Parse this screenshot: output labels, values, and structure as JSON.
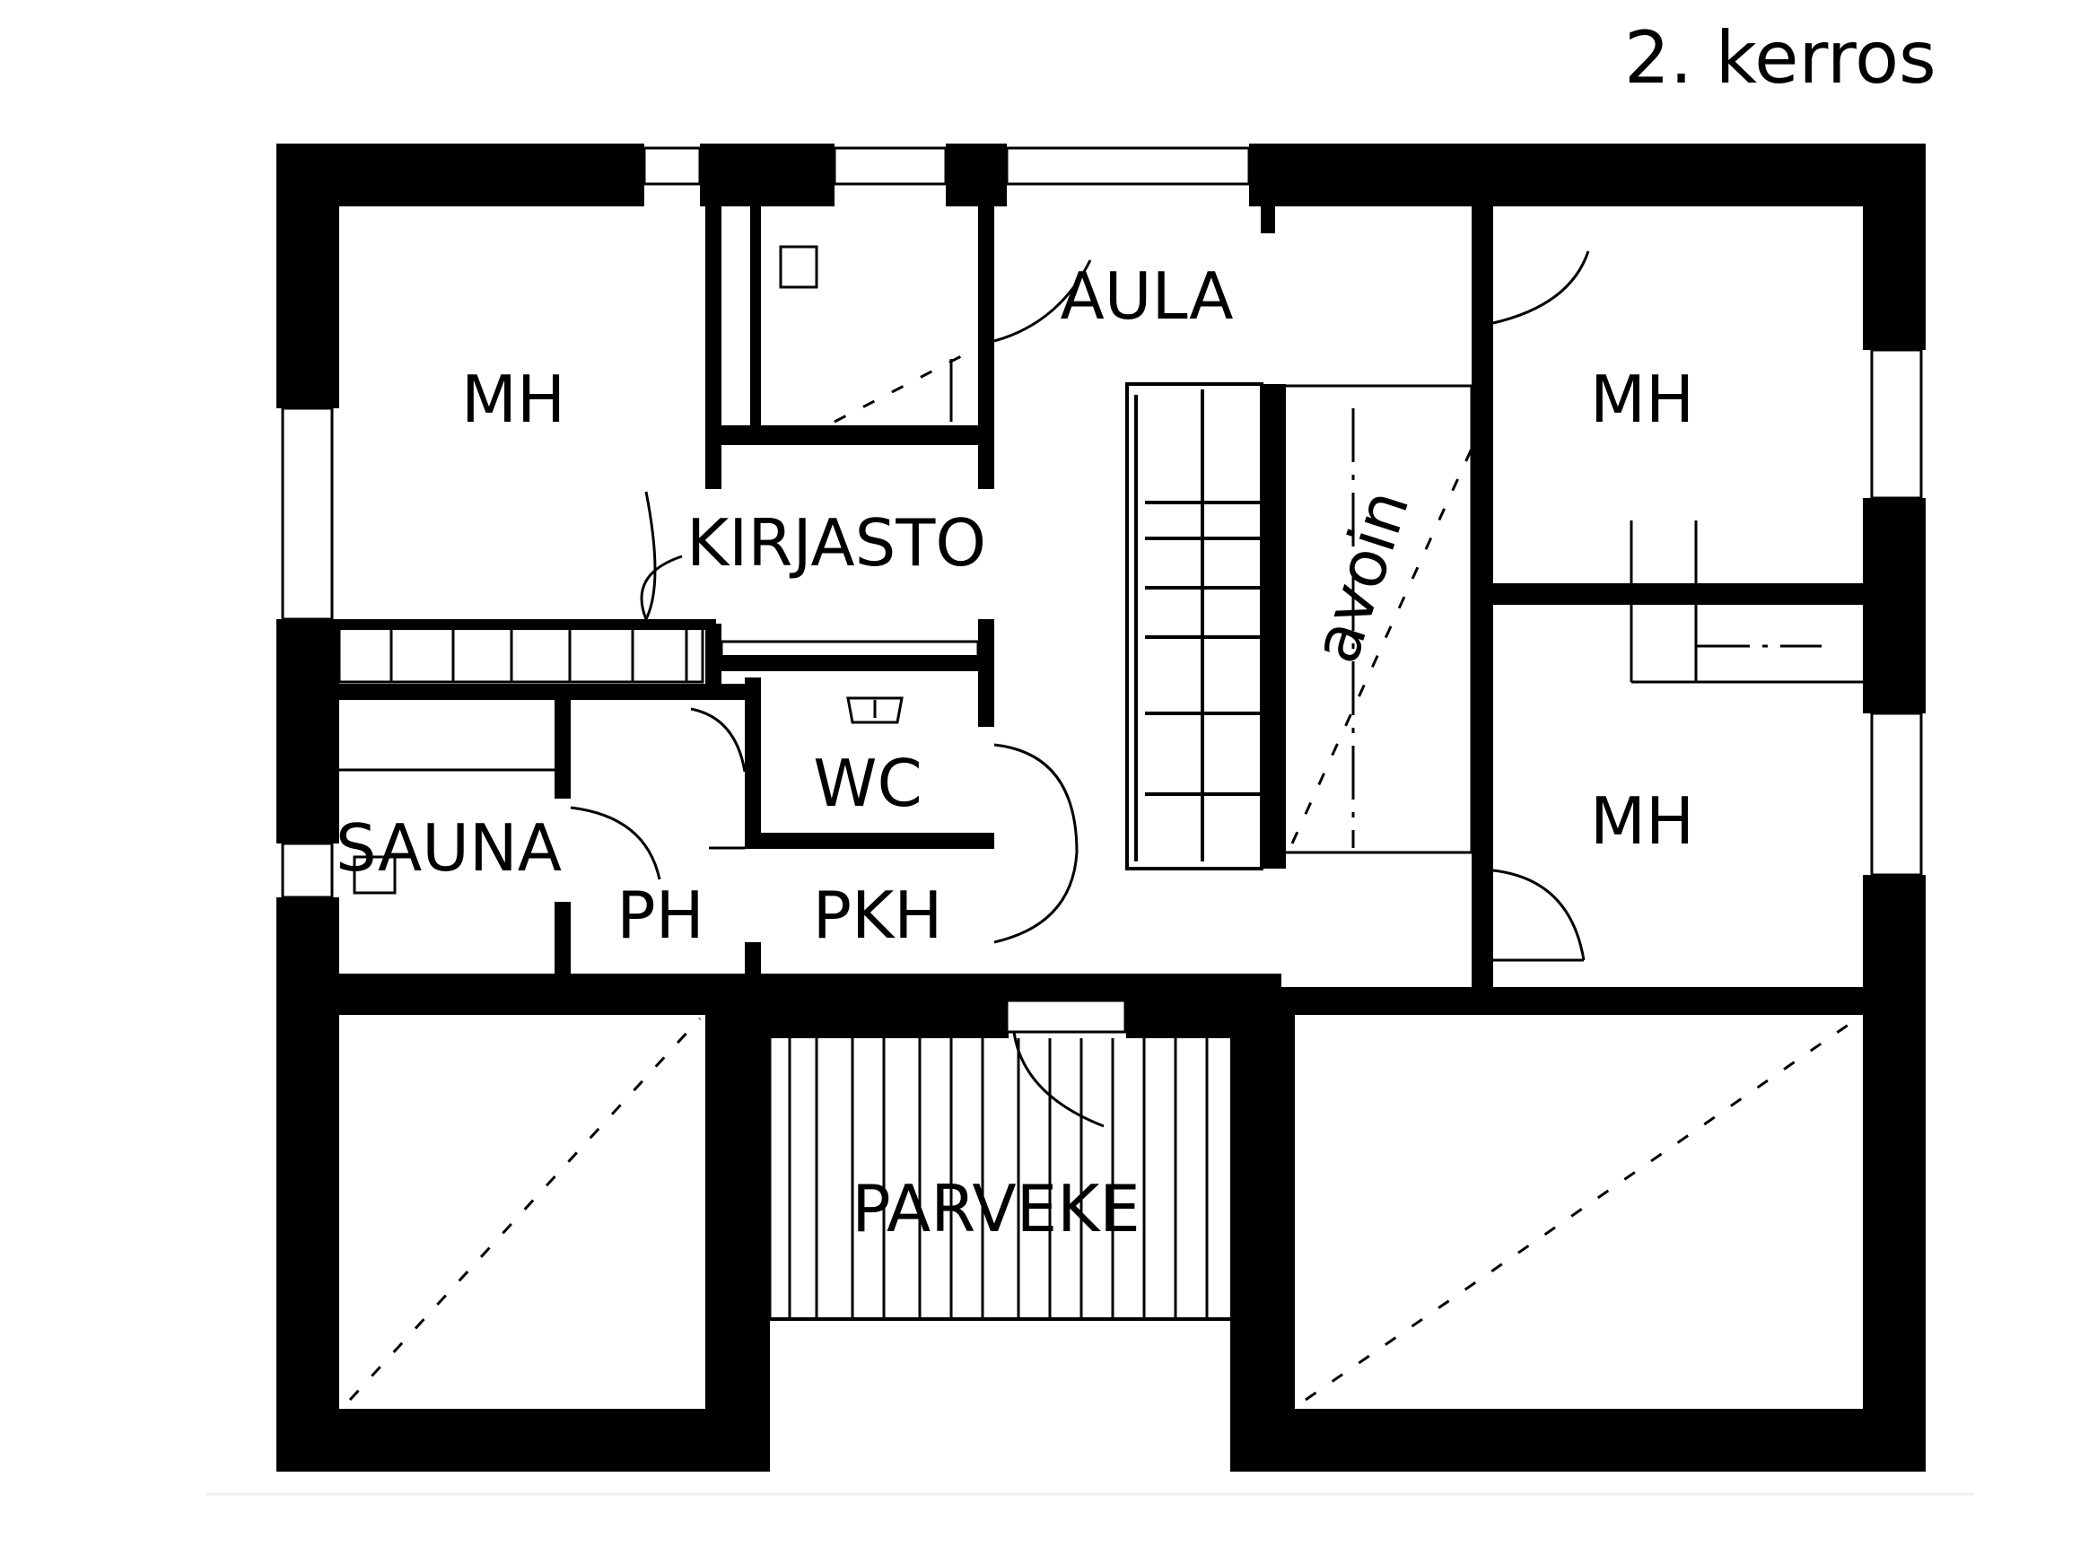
{
  "floor_title": "2. kerros",
  "rooms": {
    "mh_left": "MH",
    "aula": "AULA",
    "kirjasto": "KIRJASTO",
    "mh_right_top": "MH",
    "mh_right_bottom": "MH",
    "avoin": "avoin",
    "wc": "WC",
    "sauna": "SAUNA",
    "ph": "PH",
    "pkh": "PKH",
    "parveke": "PARVEKE"
  },
  "colors": {
    "wall": "#000000",
    "background": "#ffffff"
  }
}
